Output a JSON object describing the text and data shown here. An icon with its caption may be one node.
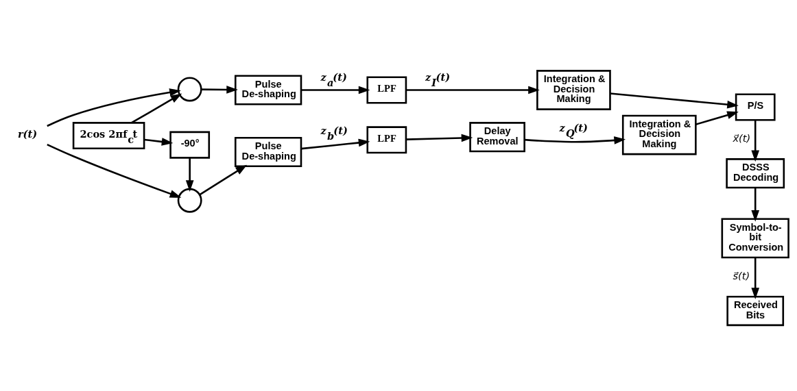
{
  "diagram": {
    "nodes": [
      {
        "text": [
          "r(t)"
        ]
      },
      {
        "text": [],
        "shape": "circle"
      },
      {
        "text": [
          "Pulse De-shaping"
        ]
      },
      {
        "text": [
          "LPF"
        ]
      },
      {
        "text": [
          "Integration & Decision Making"
        ]
      },
      {
        "text": [
          "2cos 2πf$_{c}$t"
        ]
      },
      {
        "text": [
          "-90°"
        ]
      },
      {
        "text": [],
        "shape": "circle"
      },
      {
        "text": [
          "Pulse De-shaping"
        ]
      },
      {
        "text": [
          "LPF"
        ]
      },
      {
        "text": [
          "Delay Removal"
        ]
      },
      {
        "text": [
          "Integration & Decision Making"
        ]
      },
      {
        "text": [
          "P/S"
        ]
      },
      {
        "text": [
          "DSSS Decoding"
        ]
      },
      {
        "text": [
          "Symbol-to-bit Conversion"
        ]
      },
      {
        "text": [
          "Received Bits"
        ]
      }
    ],
    "edges": [
      {
        "from": 0,
        "to": 1,
        "arrow": "to"
      },
      {
        "from": 0,
        "to": 7,
        "arrow": "to"
      },
      {
        "from": 1,
        "to": 2,
        "arrow": "to"
      },
      {
        "from": 2,
        "to": 3,
        "arrow": "to",
        "label": "z$_{a}$(t)"
      },
      {
        "from": 3,
        "to": 4,
        "arrow": "to",
        "label": "z$_{I}$(t)"
      },
      {
        "from": 5,
        "to": 1,
        "arrow": "to"
      },
      {
        "from": 5,
        "to": 6,
        "arrow": "to"
      },
      {
        "from": 6,
        "to": 7,
        "arrow": "to"
      },
      {
        "from": 7,
        "to": 8,
        "arrow": "to"
      },
      {
        "from": 8,
        "to": 9,
        "arrow": "to",
        "label": "z$_{b}$(t)"
      },
      {
        "from": 9,
        "to": 10,
        "arrow": "to"
      },
      {
        "from": 10,
        "to": 11,
        "arrow": "to",
        "label": "z$_{Q}$(t)"
      },
      {
        "from": 4,
        "to": 12,
        "arrow": "to"
      },
      {
        "from": 11,
        "to": 12,
        "arrow": "to"
      },
      {
        "from": 12,
        "to": 13,
        "arrow": "to",
        "label": "x⃗(t)"
      },
      {
        "from": 13,
        "to": 14,
        "arrow": "to"
      },
      {
        "from": 14,
        "to": 15,
        "arrow": "to",
        "label": "s⃗(t)"
      }
    ]
  }
}
